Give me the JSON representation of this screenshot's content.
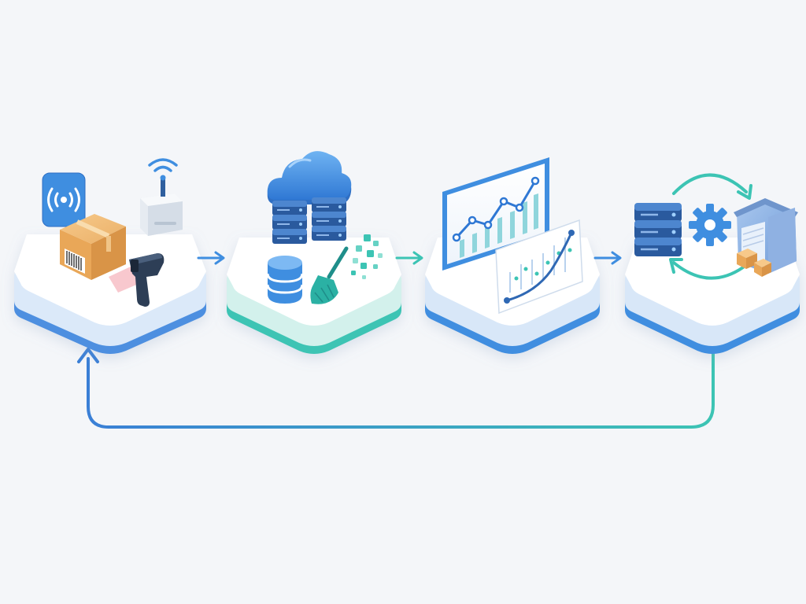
{
  "diagram": {
    "stages": [
      {
        "id": "capture",
        "icons": [
          "rfid-signal-icon",
          "wifi-icon",
          "iot-gateway-icon",
          "package-box-icon",
          "barcode-icon",
          "barcode-scanner-icon"
        ]
      },
      {
        "id": "cloud-storage",
        "icons": [
          "cloud-icon",
          "server-rack-icon",
          "database-icon",
          "broom-icon",
          "data-pixels-icon"
        ]
      },
      {
        "id": "analytics",
        "icons": [
          "dashboard-monitor-icon",
          "line-bar-chart-icon",
          "trend-chart-icon"
        ]
      },
      {
        "id": "operations",
        "icons": [
          "server-rack-icon",
          "gear-icon",
          "warehouse-icon",
          "cycle-arrows-icon",
          "boxes-icon"
        ]
      }
    ],
    "connectors": [
      "arrow-right",
      "arrow-right",
      "arrow-right",
      "feedback-loop"
    ],
    "colors": {
      "primary_blue": "#3f8ee0",
      "dark_blue": "#2f68b4",
      "teal": "#3cc4b4",
      "orange_box": "#f2b66d",
      "background": "#f4f6f9",
      "platform_top": "#ffffff"
    }
  }
}
